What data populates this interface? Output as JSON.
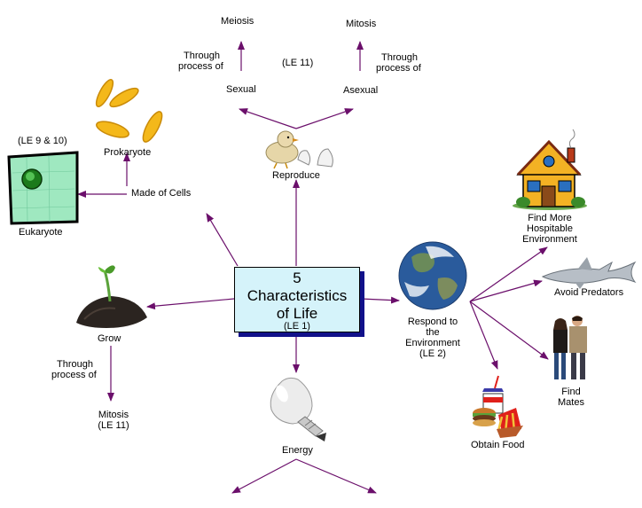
{
  "center": {
    "title_lines": [
      "5",
      "Characteristics",
      "of Life"
    ],
    "sub": "(LE 1)"
  },
  "labels": {
    "meiosis": "Meiosis",
    "mitosis_top": "Mitosis",
    "through_left_1": "Through",
    "through_left_2": "process of",
    "le11_top": "(LE 11)",
    "through_right_1": "Through",
    "through_right_2": "process of",
    "sexual": "Sexual",
    "asexual": "Asexual",
    "reproduce": "Reproduce",
    "prokaryote": "Prokaryote",
    "le9_10": "(LE 9 & 10)",
    "made_of_cells": "Made of Cells",
    "eukaryote": "Eukaryote",
    "grow": "Grow",
    "through_grow_1": "Through",
    "through_grow_2": "process of",
    "mitosis_bottom_1": "Mitosis",
    "mitosis_bottom_2": "(LE 11)",
    "energy": "Energy",
    "respond_1": "Respond to",
    "respond_2": "the",
    "respond_3": "Environment",
    "respond_4": "(LE 2)",
    "hospitable_1": "Find More",
    "hospitable_2": "Hospitable",
    "hospitable_3": "Environment",
    "avoid_predators": "Avoid Predators",
    "mates_1": "Find",
    "mates_2": "Mates",
    "obtain_food": "Obtain Food"
  },
  "colors": {
    "arrow": "#6b0f6b",
    "center_fill": "#d5f3fa",
    "center_shadow": "#11118a"
  }
}
